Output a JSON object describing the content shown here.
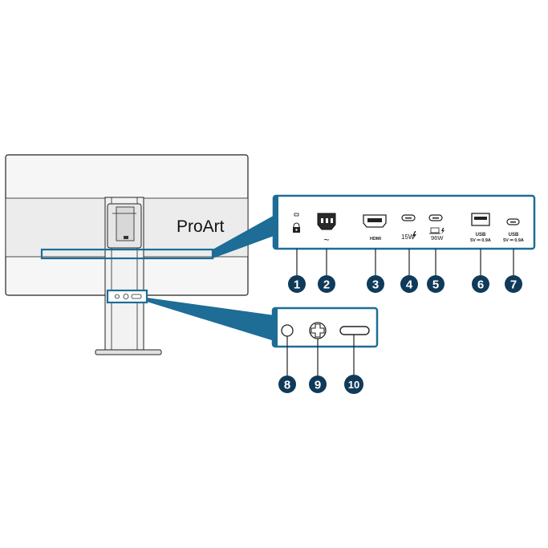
{
  "colors": {
    "accent": "#1d6d96",
    "badge": "#0f3a5a",
    "line": "#222222",
    "panel_fill": "#ffffff",
    "monitor_fill": "#f6f6f6"
  },
  "monitor": {
    "brand": "ProArt"
  },
  "ports_top": [
    {
      "number": "1",
      "icon": "kensington-lock-icon",
      "label": ""
    },
    {
      "number": "2",
      "icon": "ac-power-icon",
      "label": "~"
    },
    {
      "number": "3",
      "icon": "hdmi-port-icon",
      "label": "HDMI"
    },
    {
      "number": "4",
      "icon": "usb-c-port-icon",
      "label": "15W"
    },
    {
      "number": "5",
      "icon": "usb-c-laptop-charge-icon",
      "label": "96W"
    },
    {
      "number": "6",
      "icon": "usb-a-port-icon",
      "label_line1": "USB",
      "label_line2": "5V ⎓ 0.9A"
    },
    {
      "number": "7",
      "icon": "usb-c-port-icon",
      "label_line1": "USB",
      "label_line2": "5V ⎓ 0.9A"
    }
  ],
  "ports_bottom": [
    {
      "number": "8",
      "icon": "audio-jack-icon"
    },
    {
      "number": "9",
      "icon": "joystick-button-icon"
    },
    {
      "number": "10",
      "icon": "power-button-icon"
    }
  ]
}
